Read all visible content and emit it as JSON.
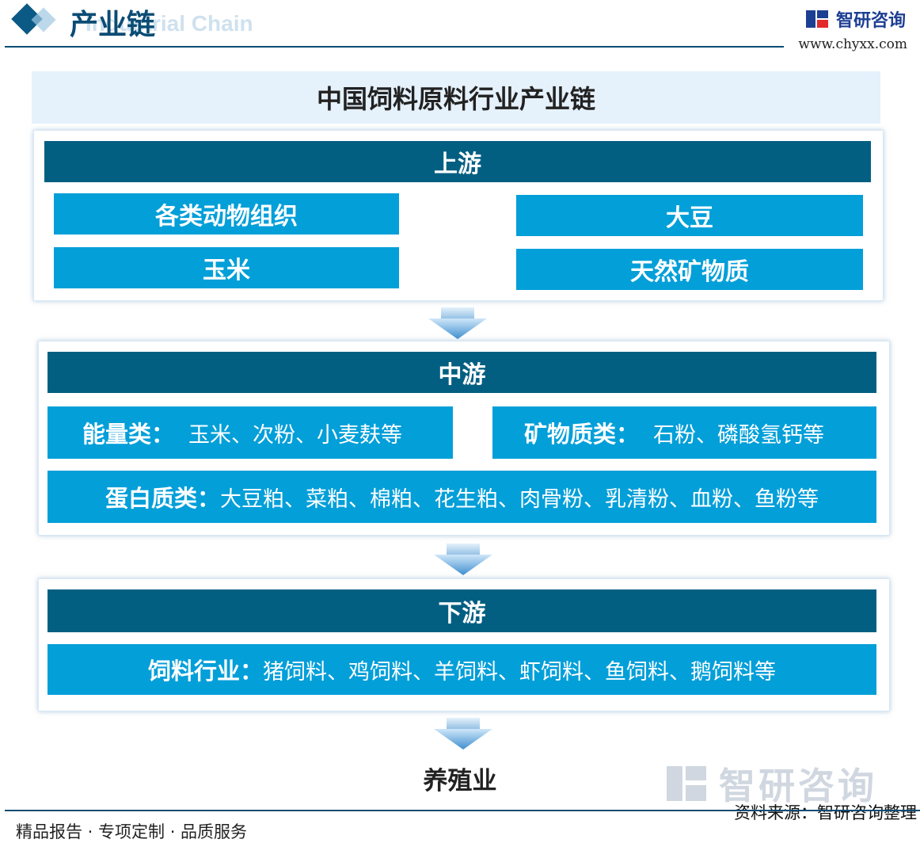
{
  "header": {
    "title": "产业链",
    "subtitle_en": "Industrial Chain",
    "brand_name": "智研咨询",
    "brand_url": "www.chyxx.com"
  },
  "diagram_title": "中国饲料原料行业产业链",
  "upstream": {
    "label": "上游",
    "items": [
      "各类动物组织",
      "大豆",
      "玉米",
      "天然矿物质"
    ]
  },
  "midstream": {
    "label": "中游",
    "energy": {
      "label": "能量类：",
      "value": "玉米、次粉、小麦麸等"
    },
    "mineral": {
      "label": "矿物质类：",
      "value": "石粉、磷酸氢钙等"
    },
    "protein": {
      "label": "蛋白质类：",
      "value": "大豆粕、菜粕、棉粕、花生粕、肉骨粉、乳清粉、血粉、鱼粉等"
    }
  },
  "downstream": {
    "label": "下游",
    "feed": {
      "label": "饲料行业：",
      "value": "猪饲料、鸡饲料、羊饲料、虾饲料、鱼饲料、鹅饲料等"
    }
  },
  "final": "养殖业",
  "watermark_brand": "智研咨询",
  "source": "资料来源：智研咨询整理",
  "footer": "精品报告 · 专项定制 · 品质服务",
  "colors": {
    "band": "#035f82",
    "cell": "#039fd9",
    "title_bg": "#e5f1fb",
    "arrow": "#3f8fd0"
  }
}
